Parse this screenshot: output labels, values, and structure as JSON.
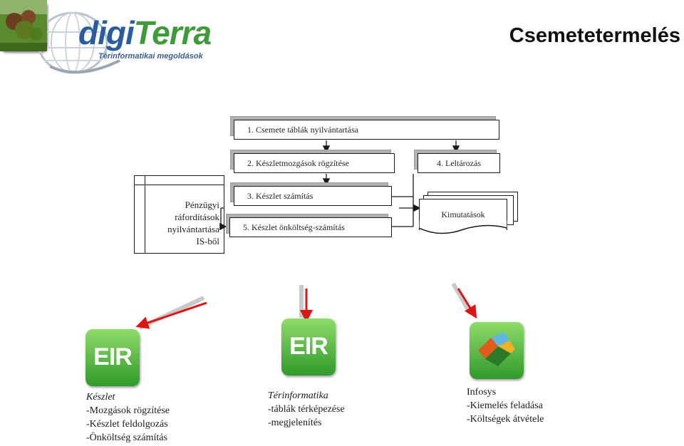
{
  "brand": {
    "name": "DigiTerra",
    "tagline": "Térinformatikai megoldások"
  },
  "page_title": "Csemetetermelés",
  "flow": {
    "step1": "1. Csemete táblák nyilvántartása",
    "step2": "2. Készletmozgások rögzítése",
    "step3": "3. Készlet számítás",
    "step4": "4. Leltározás",
    "step5": "5. Készlet önköltség-számítás",
    "reports": "Kimutatások",
    "finance_lines": [
      "Pénzügyi",
      "ráfordítások",
      "nyilvántartása",
      "IS-ből"
    ]
  },
  "apps": [
    {
      "icon_text": "EIR",
      "icon": "eir-logo-icon"
    },
    {
      "icon_text": "EIR",
      "icon": "eir-logo-icon"
    },
    {
      "icon": "infosys-logo-icon"
    }
  ],
  "descriptions": {
    "eir_keszlet": {
      "title": "Készlet",
      "lines": [
        "-Mozgások rögzítése",
        "-Készlet feldolgozás",
        "-Önköltség számítás"
      ]
    },
    "eir_terinf": {
      "title": "Térinformatika",
      "lines": [
        "-táblák térképezése",
        "-megjelenítés"
      ]
    },
    "infosys": {
      "title": "Infosys",
      "lines": [
        "-Kiemelés feladása",
        "-Költségek átvétele"
      ]
    }
  },
  "colors": {
    "arrow_red": "#e01414",
    "app_green": "#3fa83a",
    "brand_blue": "#2a5d9f"
  }
}
